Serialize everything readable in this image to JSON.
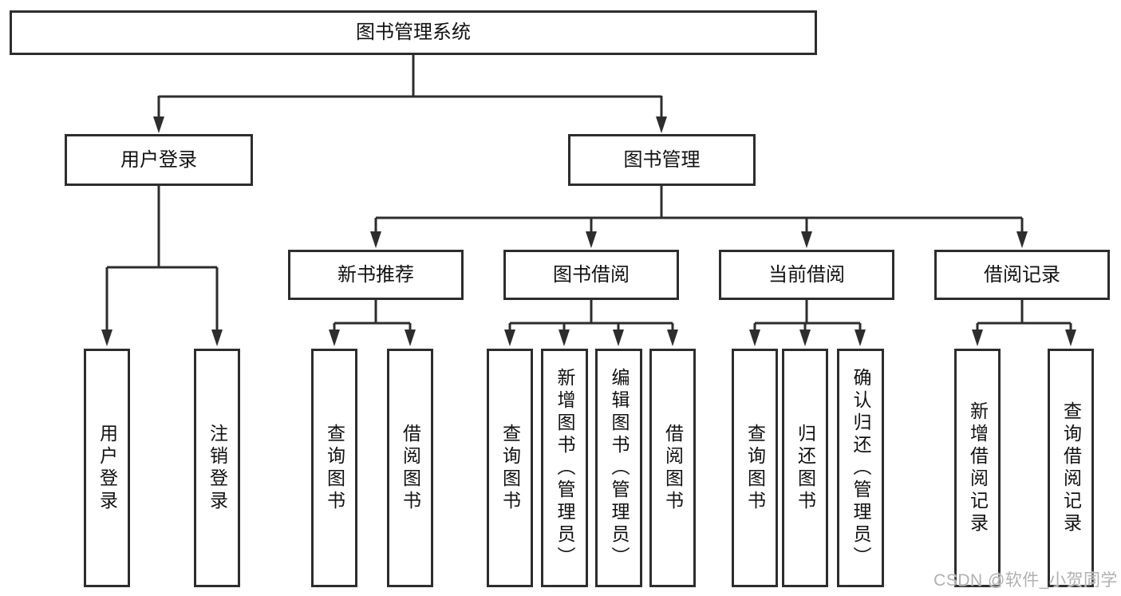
{
  "colors": {
    "line": "#2d2d2d",
    "text": "#111111",
    "background": "#ffffff",
    "watermark": "#b0b0b0"
  },
  "nodes": {
    "root": "图书管理系统",
    "user_login": "用户登录",
    "book_mgmt": "图书管理",
    "new_books": "新书推荐",
    "book_borrow": "图书借阅",
    "current_borrow": "当前借阅",
    "borrow_records": "借阅记录"
  },
  "leaves": {
    "user_login": {
      "login": "用户登录",
      "logout": "注销登录"
    },
    "new_books": {
      "query": "查询图书",
      "borrow": "借阅图书"
    },
    "book_borrow": {
      "query": "查询图书",
      "add": "新增图书（管理员）",
      "edit": "编辑图书（管理员）",
      "borrow": "借阅图书"
    },
    "current_borrow": {
      "query": "查询图书",
      "return": "归还图书",
      "confirm": "确认归还（管理员）"
    },
    "borrow_records": {
      "add": "新增借阅记录",
      "query": "查询借阅记录"
    }
  },
  "watermark": "CSDN @软件_小贺同学"
}
